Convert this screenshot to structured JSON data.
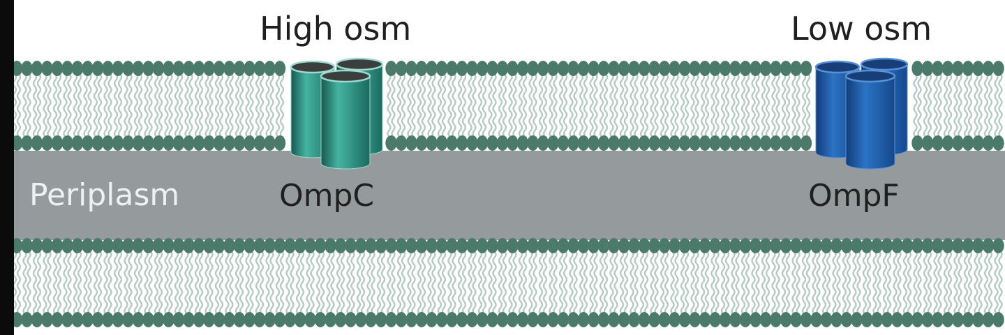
{
  "labels": {
    "high": "High osm",
    "low": "Low osm",
    "periplasm": "Periplasm",
    "ompc": "OmpC",
    "ompf": "OmpF"
  },
  "colors": {
    "lipid_head": "#4b7a6b",
    "lipid_tail": "#b4c9c2",
    "periplasm": "#959a9c",
    "ompc": "#2e8f82",
    "ompf": "#1d5da8",
    "border": "#0b0b0b"
  }
}
